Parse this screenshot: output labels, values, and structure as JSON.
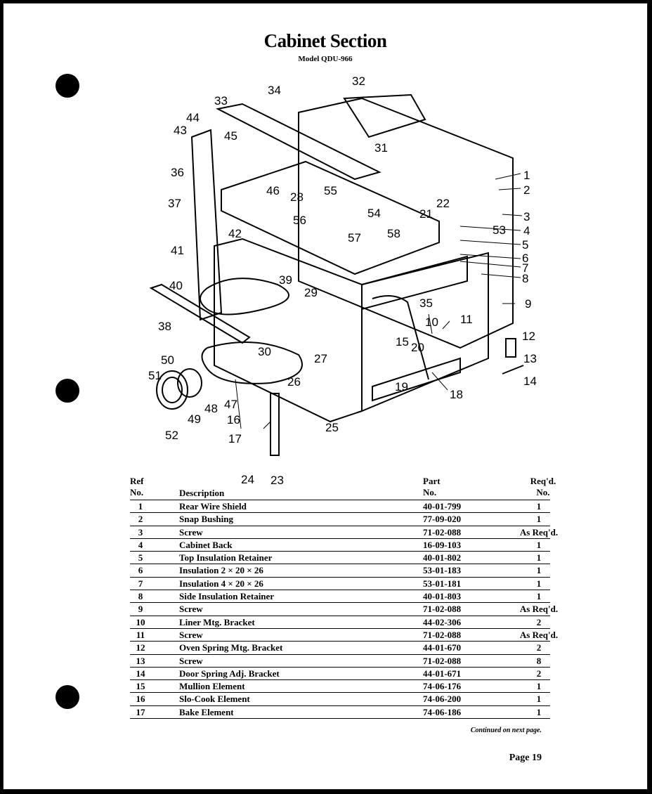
{
  "header": {
    "title": "Cabinet Section",
    "model": "Model QDU-966"
  },
  "diagram": {
    "callouts": [
      "1",
      "2",
      "3",
      "4",
      "5",
      "6",
      "7",
      "8",
      "9",
      "10",
      "11",
      "12",
      "13",
      "14",
      "15",
      "16",
      "17",
      "18",
      "19",
      "20",
      "21",
      "22",
      "23",
      "24",
      "25",
      "26",
      "27",
      "28",
      "29",
      "30",
      "31",
      "32",
      "33",
      "34",
      "35",
      "36",
      "37",
      "38",
      "39",
      "40",
      "41",
      "42",
      "43",
      "44",
      "45",
      "46",
      "47",
      "48",
      "49",
      "50",
      "51",
      "52",
      "53",
      "54",
      "55",
      "56",
      "57",
      "58"
    ]
  },
  "table": {
    "headers": {
      "ref_line1": "Ref",
      "ref_line2": "No.",
      "description": "Description",
      "part_line1": "Part",
      "part_line2": "No.",
      "qty_line1": "Req'd.",
      "qty_line2": "No."
    },
    "rows": [
      {
        "ref": "1",
        "description": "Rear Wire Shield",
        "part": "40-01-799",
        "qty": "1"
      },
      {
        "ref": "2",
        "description": "Snap Bushing",
        "part": "77-09-020",
        "qty": "1"
      },
      {
        "ref": "3",
        "description": "Screw",
        "part": "71-02-088",
        "qty": "As Req'd."
      },
      {
        "ref": "4",
        "description": "Cabinet Back",
        "part": "16-09-103",
        "qty": "1"
      },
      {
        "ref": "5",
        "description": "Top Insulation Retainer",
        "part": "40-01-802",
        "qty": "1"
      },
      {
        "ref": "6",
        "description": "Insulation 2 × 20 × 26",
        "part": "53-01-183",
        "qty": "1"
      },
      {
        "ref": "7",
        "description": "Insulation 4 × 20 × 26",
        "part": "53-01-181",
        "qty": "1"
      },
      {
        "ref": "8",
        "description": "Side Insulation Retainer",
        "part": "40-01-803",
        "qty": "1"
      },
      {
        "ref": "9",
        "description": "Screw",
        "part": "71-02-088",
        "qty": "As Req'd."
      },
      {
        "ref": "10",
        "description": "Liner Mtg. Bracket",
        "part": "44-02-306",
        "qty": "2"
      },
      {
        "ref": "11",
        "description": "Screw",
        "part": "71-02-088",
        "qty": "As Req'd."
      },
      {
        "ref": "12",
        "description": "Oven Spring Mtg. Bracket",
        "part": "44-01-670",
        "qty": "2"
      },
      {
        "ref": "13",
        "description": "Screw",
        "part": "71-02-088",
        "qty": "8"
      },
      {
        "ref": "14",
        "description": "Door Spring Adj. Bracket",
        "part": "44-01-671",
        "qty": "2"
      },
      {
        "ref": "15",
        "description": "Mullion Element",
        "part": "74-06-176",
        "qty": "1"
      },
      {
        "ref": "16",
        "description": "Slo-Cook Element",
        "part": "74-06-200",
        "qty": "1"
      },
      {
        "ref": "17",
        "description": "Bake Element",
        "part": "74-06-186",
        "qty": "1"
      }
    ]
  },
  "footer": {
    "continued": "Continued on next page.",
    "page": "Page 19"
  }
}
